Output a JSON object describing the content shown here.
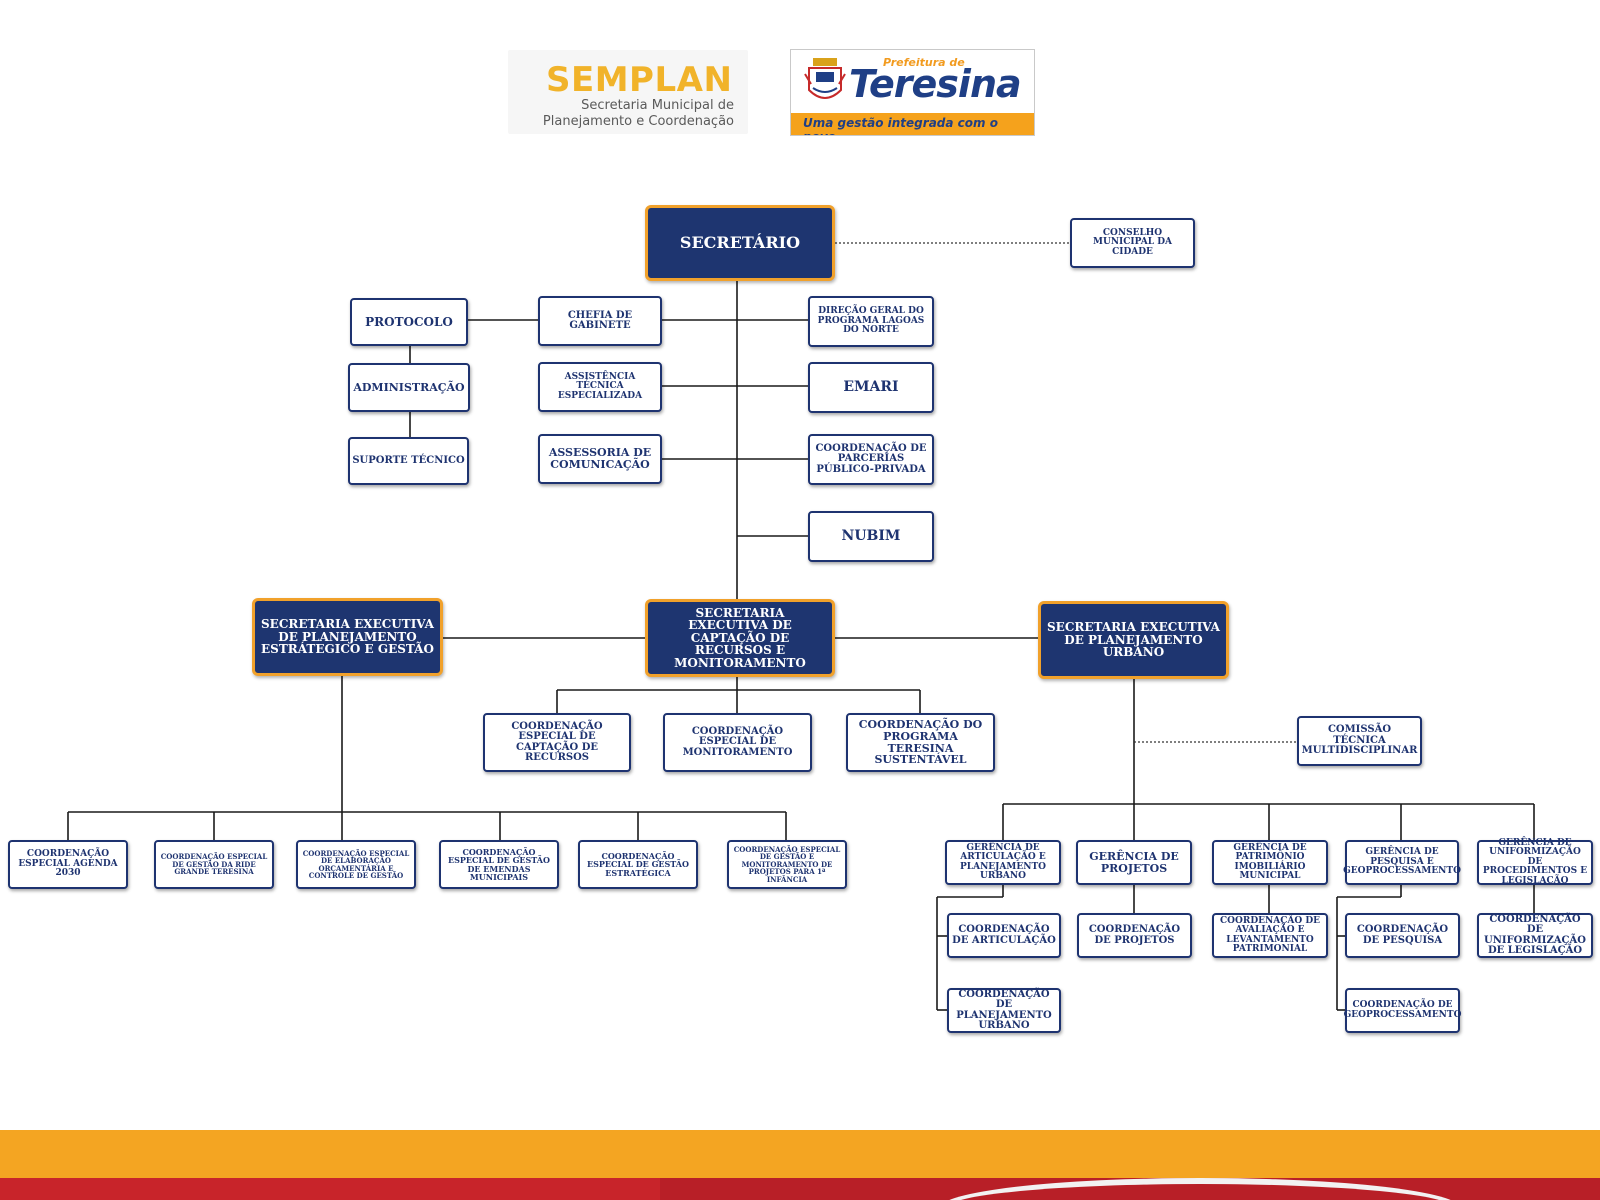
{
  "header": {
    "semplan_title": "SEMPLAN",
    "semplan_subtitle_line1": "Secretaria Municipal de",
    "semplan_subtitle_line2": "Planejamento e Coordenação",
    "teresina_prefix": "Prefeitura de",
    "teresina_name": "Teresina",
    "teresina_slogan": "Uma gestão integrada com o povo."
  },
  "colors": {
    "primary_navy": "#1e3570",
    "accent_orange": "#f1a12b",
    "footer_orange": "#f4a522",
    "footer_red": "#c8242a"
  },
  "org": {
    "secretario": "SECRETÁRIO",
    "conselho": "CONSELHO MUNICIPAL DA CIDADE",
    "protocolo": "PROTOCOLO",
    "administracao": "ADMINISTRAÇÃO",
    "suporte": "SUPORTE TÉCNICO",
    "chefia": "CHEFIA DE GABINETE",
    "assistencia": "ASSISTÊNCIA TÉCNICA ESPECIALIZADA",
    "assessoria": "ASSESSORIA DE COMUNICAÇÃO",
    "direcao_lagoas": "DIREÇÃO GERAL DO PROGRAMA LAGOAS DO NORTE",
    "emari": "EMARI",
    "parcerias": "COORDENAÇÃO DE PARCERIAS PÚBLICO-PRIVADA",
    "nubim": "NUBIM",
    "sec_exec_planejamento_estrategico": "SECRETARIA EXECUTIVA DE PLANEJAMENTO ESTRÁTEGICO E GESTÃO",
    "sec_exec_captacao": "SECRETARIA EXECUTIVA DE CAPTAÇÃO DE RECURSOS E MONITORAMENTO",
    "sec_exec_urbano": "SECRETARIA EXECUTIVA DE PLANEJAMENTO URBANO",
    "coord_captacao": "COORDENAÇÃO ESPECIAL DE CAPTAÇÃO DE RECURSOS",
    "coord_monitoramento": "COORDENAÇÃO ESPECIAL DE MONITORAMENTO",
    "coord_teresina_sustentavel": "COORDENAÇÃO DO PROGRAMA TERESINA SUSTENTÁVEL",
    "coord_agenda2030": "COORDENAÇÃO ESPECIAL AGENDA 2030",
    "coord_ride": "COORDENAÇÃO ESPECIAL DE GESTÃO DA RIDE GRANDE TERESINA",
    "coord_orcamentaria": "COORDENAÇÃO ESPECIAL DE ELABORAÇÃO ORÇAMENTÁRIA E CONTROLE DE GESTÃO",
    "coord_emendas": "COORDENAÇÃO ESPECIAL DE GESTÃO DE EMENDAS MUNICIPAIS",
    "coord_estrategica": "COORDENAÇÃO ESPECIAL DE GESTÃO ESTRATÉGICA",
    "coord_primeira_infancia": "COORDENAÇÃO ESPECIAL DE GESTÃO E MONITORAMENTO DE PROJETOS PARA 1ª INFÂNCIA",
    "comissao": "COMISSÃO TÉCNICA MULTIDISCIPLINAR",
    "ger_articulacao": "GERÊNCIA DE ARTICULAÇÃO E PLANEJAMENTO URBANO",
    "ger_projetos": "GERÊNCIA DE PROJETOS",
    "ger_patrimonio": "GERÊNCIA DE PATRIMÔNIO IMOBILIÁRIO MUNICIPAL",
    "ger_pesquisa": "GERÊNCIA DE PESQUISA E GEOPROCESSAMENTO",
    "ger_uniformizacao": "GERÊNCIA DE UNIFORMIZAÇÃO DE PROCEDIMENTOS E LEGISLAÇÃO",
    "coord_articulacao": "COORDENAÇÃO DE ARTICULAÇÃO",
    "coord_plan_urbano": "COORDENAÇÃO DE PLANEJAMENTO URBANO",
    "coord_projetos": "COORDENAÇÃO DE PROJETOS",
    "coord_avaliacao": "COORDENAÇÃO DE AVALIAÇÃO E LEVANTAMENTO PATRIMONIAL",
    "coord_pesquisa": "COORDENAÇÃO DE PESQUISA",
    "coord_geoprocessamento": "COORDENAÇÃO DE GEOPROCESSAMENTO",
    "coord_uniformizacao": "COORDENAÇÃO DE UNIFORMIZAÇÃO DE LEGISLAÇÃO"
  }
}
